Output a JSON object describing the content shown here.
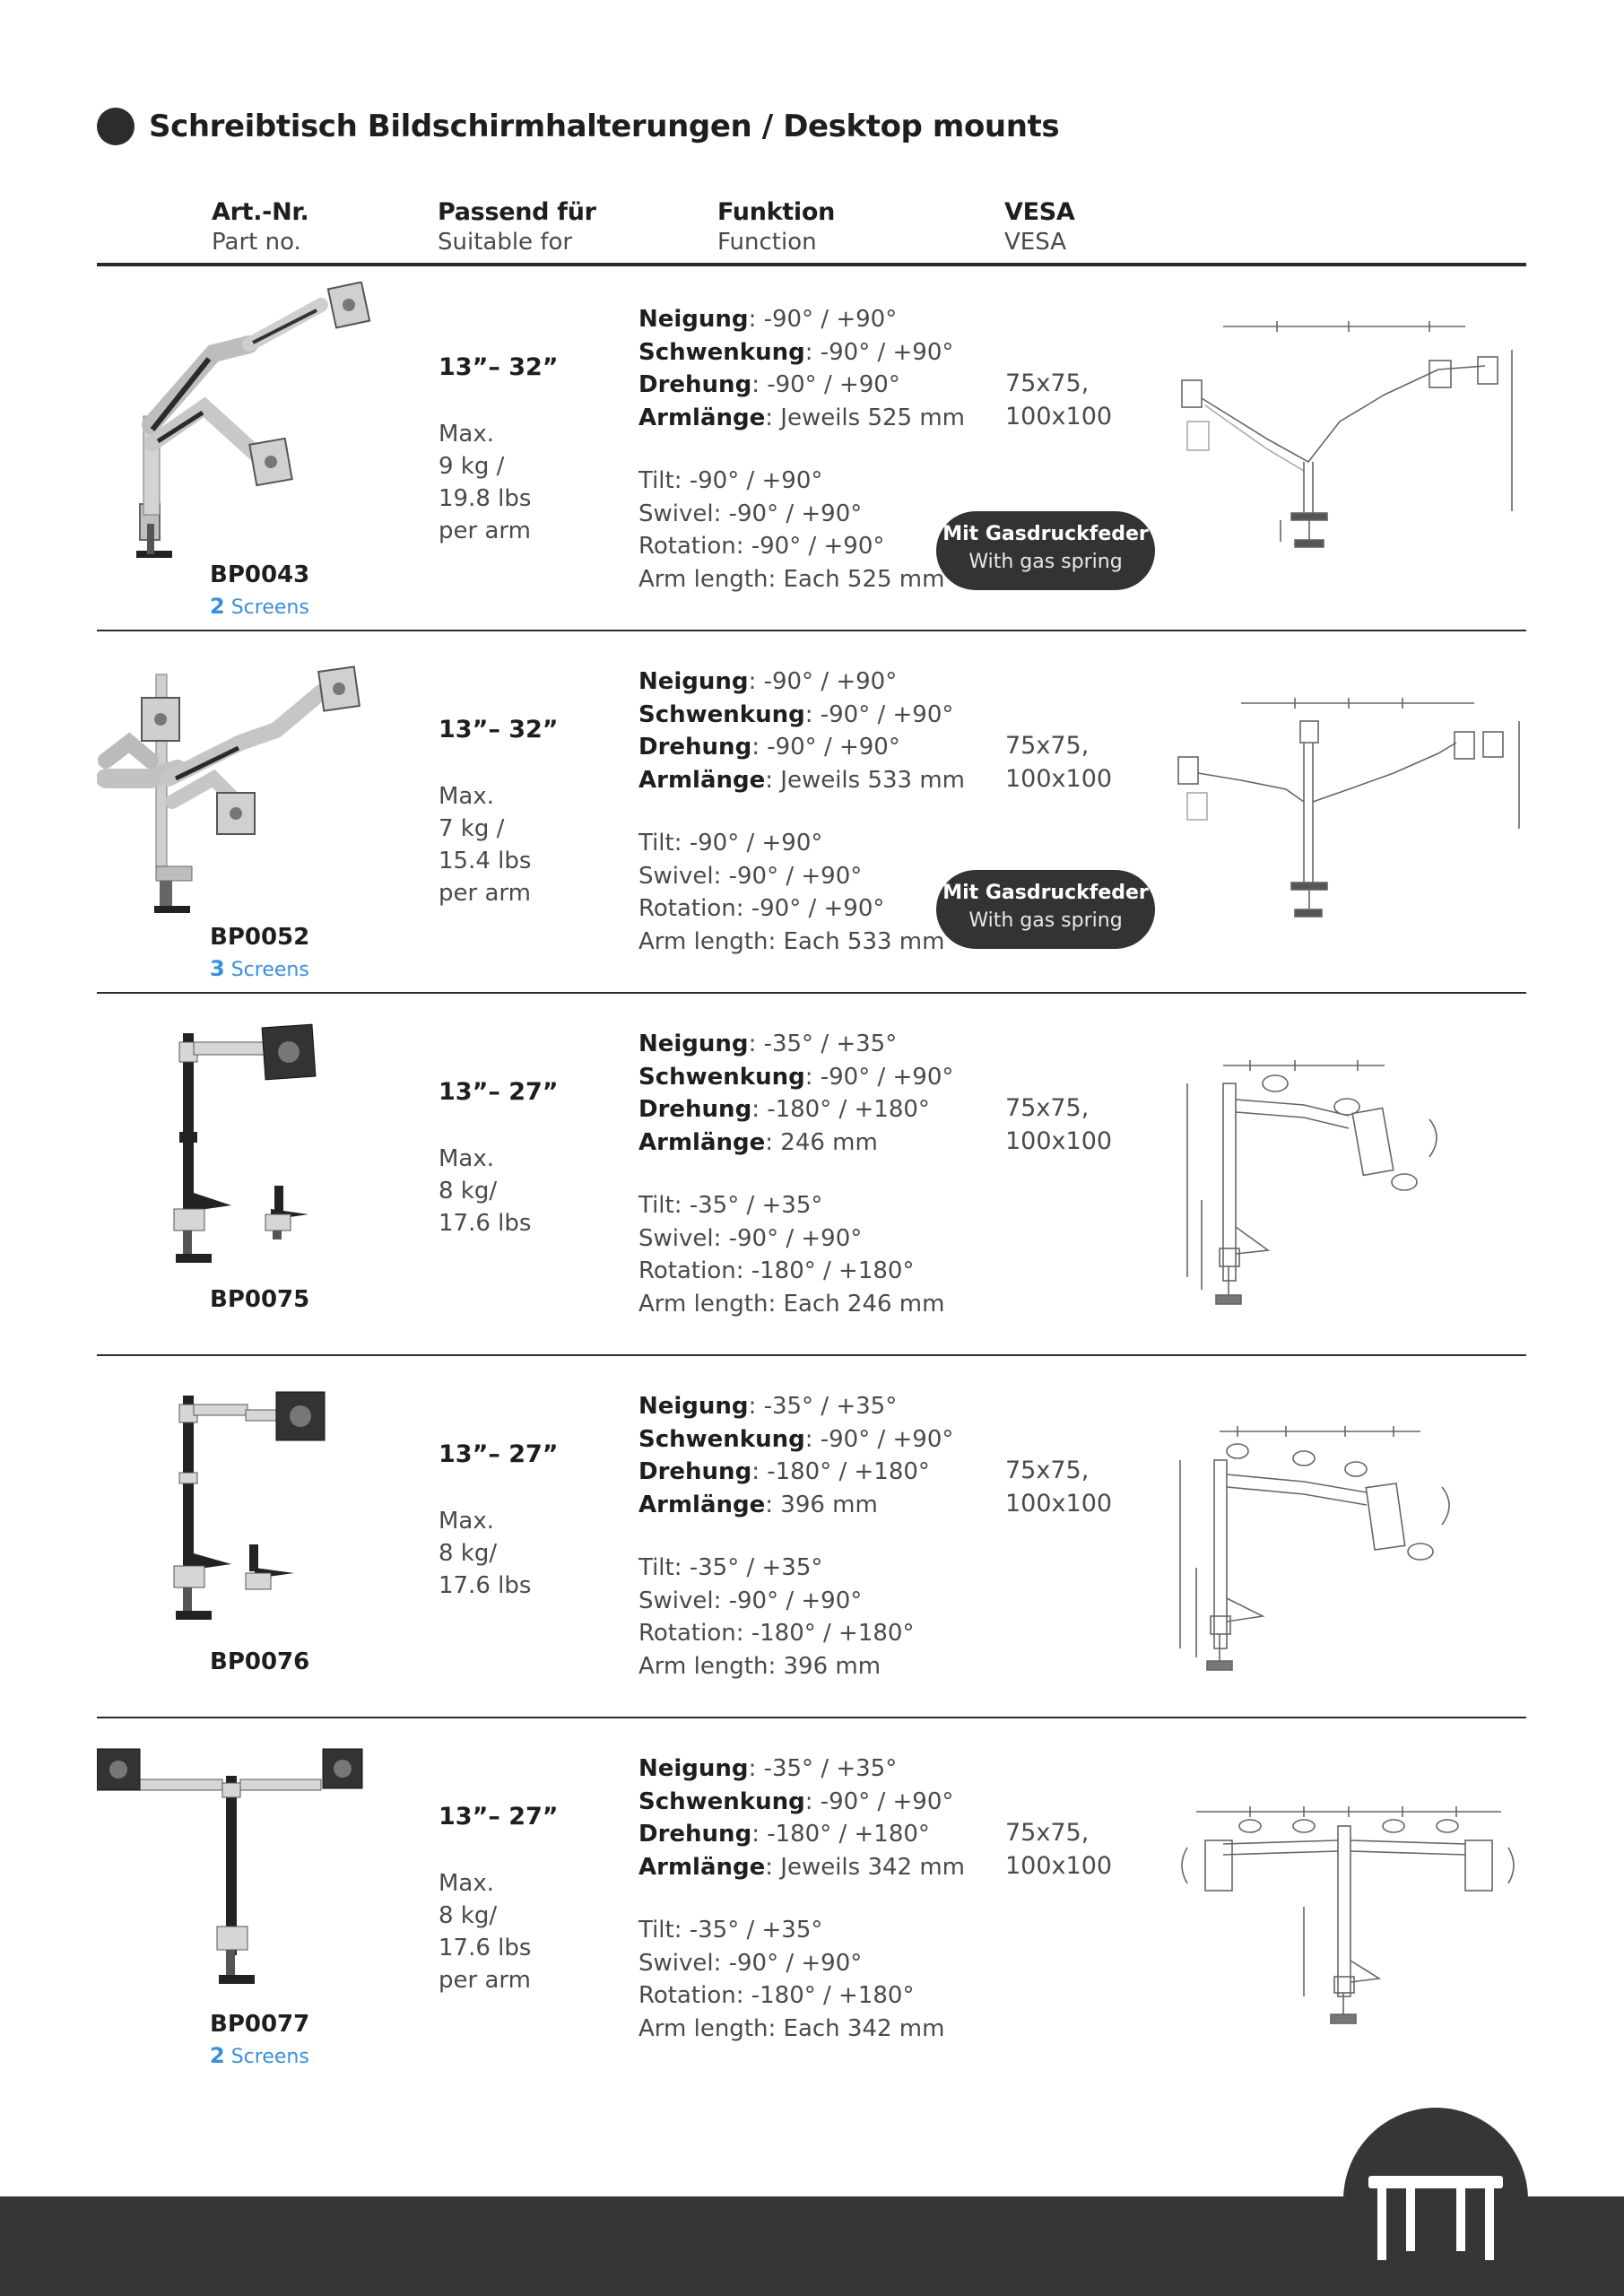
{
  "section": {
    "title": "Schreibtisch Bildschirmhalterungen / Desktop mounts"
  },
  "headers": {
    "part": {
      "de": "Art.-Nr.",
      "en": "Part no."
    },
    "suitable": {
      "de": "Passend für",
      "en": "Suitable for"
    },
    "function": {
      "de": "Funktion",
      "en": "Function"
    },
    "vesa": {
      "de": "VESA",
      "en": "VESA"
    }
  },
  "products": [
    {
      "part_no": "BP0043",
      "screens_count": "2",
      "screens_label": "Screens",
      "size": "13”– 32”",
      "load": [
        "Max.",
        "9 kg /",
        "19.8 lbs",
        "per arm"
      ],
      "de": [
        {
          "k": "Neigung",
          "v": ": -90° / +90°"
        },
        {
          "k": "Schwenkung",
          "v": ": -90° / +90°"
        },
        {
          "k": "Drehung",
          "v": ": -90° / +90°"
        },
        {
          "k": "Armlänge",
          "v": ": Jeweils 525 mm"
        }
      ],
      "en": [
        "Tilt: -90° / +90°",
        "Swivel: -90° / +90°",
        "Rotation: -90° / +90°",
        "Arm length: Each 525 mm"
      ],
      "vesa": [
        "75x75,",
        "100x100"
      ],
      "gas_spring": {
        "de": "Mit Gasdruckfeder",
        "en": "With gas spring"
      }
    },
    {
      "part_no": "BP0052",
      "screens_count": "3",
      "screens_label": "Screens",
      "size": "13”– 32”",
      "load": [
        "Max.",
        "7 kg /",
        "15.4 lbs",
        "per arm"
      ],
      "de": [
        {
          "k": "Neigung",
          "v": ": -90° / +90°"
        },
        {
          "k": "Schwenkung",
          "v": ": -90° / +90°"
        },
        {
          "k": "Drehung",
          "v": ": -90° / +90°"
        },
        {
          "k": "Armlänge",
          "v": ": Jeweils 533 mm"
        }
      ],
      "en": [
        "Tilt: -90° / +90°",
        "Swivel: -90° / +90°",
        "Rotation: -90° / +90°",
        "Arm length: Each 533 mm"
      ],
      "vesa": [
        "75x75,",
        "100x100"
      ],
      "gas_spring": {
        "de": "Mit Gasdruckfeder",
        "en": "With gas spring"
      }
    },
    {
      "part_no": "BP0075",
      "size": "13”– 27”",
      "load": [
        "Max.",
        "8 kg/",
        "17.6 lbs"
      ],
      "de": [
        {
          "k": "Neigung",
          "v": ": -35° / +35°"
        },
        {
          "k": "Schwenkung",
          "v": ": -90° / +90°"
        },
        {
          "k": "Drehung",
          "v": ": -180° / +180°"
        },
        {
          "k": "Armlänge",
          "v": ": 246 mm"
        }
      ],
      "en": [
        "Tilt: -35° / +35°",
        "Swivel: -90° / +90°",
        "Rotation: -180° / +180°",
        "Arm length: Each 246 mm"
      ],
      "vesa": [
        "75x75,",
        "100x100"
      ]
    },
    {
      "part_no": "BP0076",
      "size": "13”– 27”",
      "load": [
        "Max.",
        "8 kg/",
        "17.6 lbs"
      ],
      "de": [
        {
          "k": "Neigung",
          "v": ": -35° / +35°"
        },
        {
          "k": "Schwenkung",
          "v": ": -90° / +90°"
        },
        {
          "k": "Drehung",
          "v": ": -180° / +180°"
        },
        {
          "k": "Armlänge",
          "v": ": 396 mm"
        }
      ],
      "en": [
        "Tilt: -35° / +35°",
        "Swivel: -90° / +90°",
        "Rotation: -180° / +180°",
        "Arm length: 396 mm"
      ],
      "vesa": [
        "75x75,",
        "100x100"
      ]
    },
    {
      "part_no": "BP0077",
      "screens_count": "2",
      "screens_label": "Screens",
      "size": "13”– 27”",
      "load": [
        "Max.",
        "8 kg/",
        "17.6 lbs",
        "per arm"
      ],
      "de": [
        {
          "k": "Neigung",
          "v": ": -35° / +35°"
        },
        {
          "k": "Schwenkung",
          "v": ": -90° / +90°"
        },
        {
          "k": "Drehung",
          "v": ": -180° / +180°"
        },
        {
          "k": "Armlänge",
          "v": ": Jeweils 342 mm"
        }
      ],
      "en": [
        "Tilt: -35° / +35°",
        "Swivel: -90° / +90°",
        "Rotation: -180° / +180°",
        "Arm length: Each 342 mm"
      ],
      "vesa": [
        "75x75,",
        "100x100"
      ]
    }
  ],
  "footer": {
    "icon": "table-icon",
    "band_color": "#363636"
  }
}
